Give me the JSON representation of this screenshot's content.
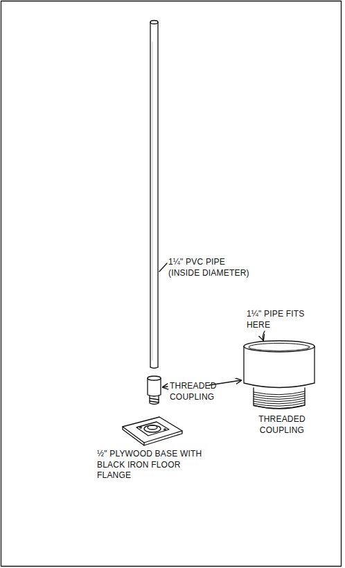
{
  "diagram": {
    "labels": [
      "1¼\" PVC PIPE (INSIDE DIAMETER)",
      "THREADED COUPLING",
      "1¼\" PIPE FITS HERE",
      "THREADED COUPLING",
      "½\" PLYWOOD BASE WITH BLACK IRON FLOOR FLANGE"
    ]
  }
}
